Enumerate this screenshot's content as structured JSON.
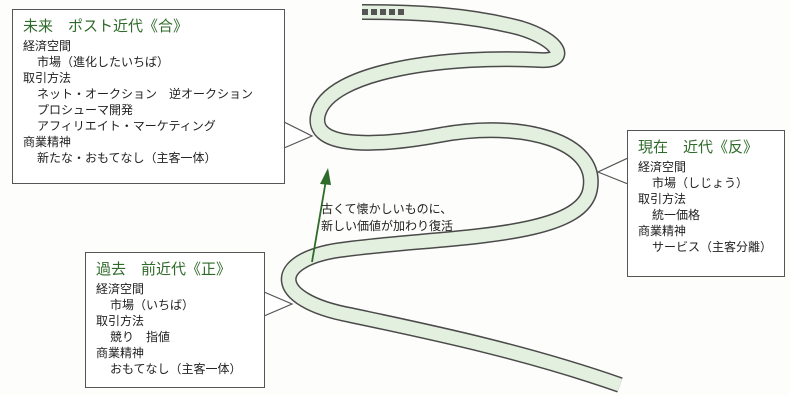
{
  "future": {
    "title": "未来　ポスト近代《合》",
    "lines": [
      "経済空間",
      "市場（進化したいちば）",
      "取引方法",
      "ネット・オークション　逆オークション",
      "プロシューマ開発",
      "アフィリエイト・マーケティング",
      "商業精神",
      "新たな・おもてなし（主客一体）"
    ]
  },
  "present": {
    "title": "現在　近代《反》",
    "lines": [
      "経済空間",
      "市場（しじょう）",
      "取引方法",
      "統一価格",
      "商業精神",
      "サービス（主客分離）"
    ]
  },
  "past": {
    "title": "過去　前近代《正》",
    "lines": [
      "経済空間",
      "市場（いちば）",
      "取引方法",
      "競り　指値",
      "商業精神",
      "おもてなし（主客一体）"
    ]
  },
  "note": {
    "line1": "古くて懐かしいものに、",
    "line2": "新しい価値が加わり復活"
  },
  "colors": {
    "spiral_fill": "#e3efdf",
    "spiral_edge": "#4a4a4a",
    "title_green": "#2f6b2a",
    "arrow_green": "#2f6b2a"
  }
}
